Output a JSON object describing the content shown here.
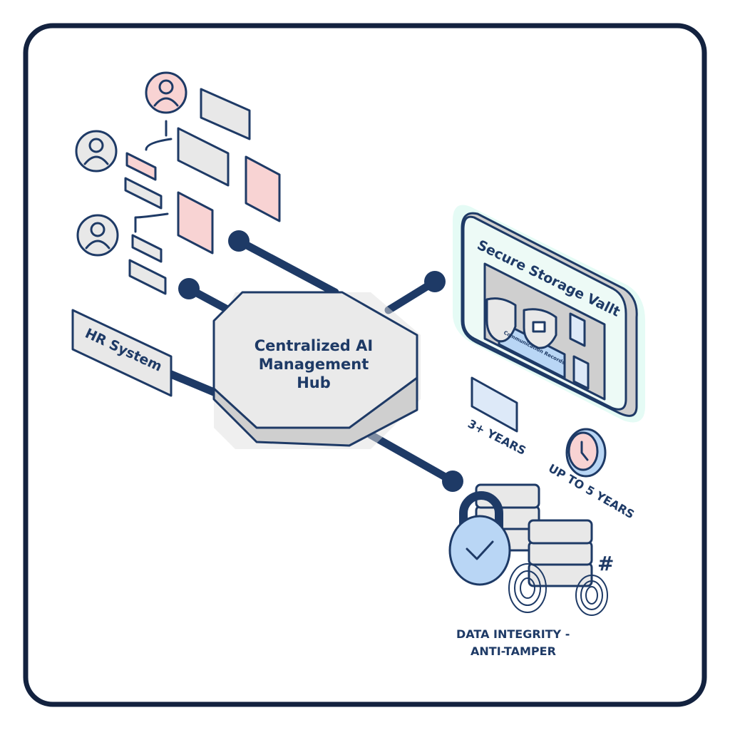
{
  "hub": {
    "line1": "Centralized AI",
    "line2": "Management",
    "line3": "Hub"
  },
  "hr_system": {
    "label": "HR System"
  },
  "vault": {
    "title": "Secure Storage Vallt",
    "panel_text": "Communication Records"
  },
  "retention": {
    "short": "3+ YEARS",
    "long": "UP TO 5 YEARS"
  },
  "integrity": {
    "line1": "DATA INTEGRITY -",
    "line2": "ANTI-TAMPER",
    "hash_symbol": "#"
  },
  "colors": {
    "navy": "#1e3a66",
    "pink": "#f8d3d3",
    "blue": "#b9d6f5",
    "gray": "#e3e3e3",
    "mint": "#dffaf3"
  }
}
